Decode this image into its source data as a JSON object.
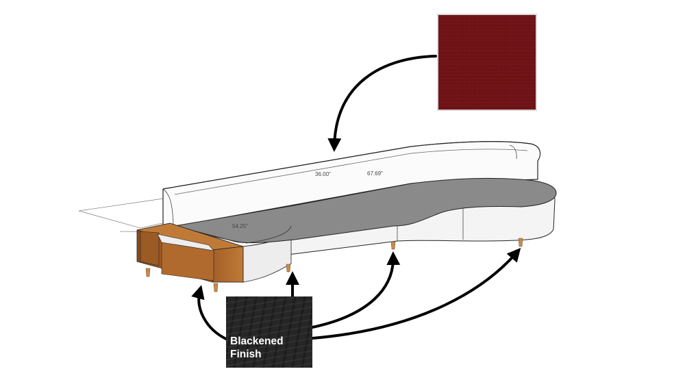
{
  "dimensions": {
    "d1": "36.00\"",
    "d2": "67.69\"",
    "d3": "54.25\""
  },
  "swatches": {
    "red": {
      "color": "#701216"
    },
    "black": {
      "color": "#262626",
      "label_line1": "Blackened",
      "label_line2": "Finish"
    }
  },
  "colors": {
    "wood": "#b5651d",
    "seat_top": "#8a8a8a",
    "leg": "#c68a4e",
    "arrow": "#000000"
  }
}
